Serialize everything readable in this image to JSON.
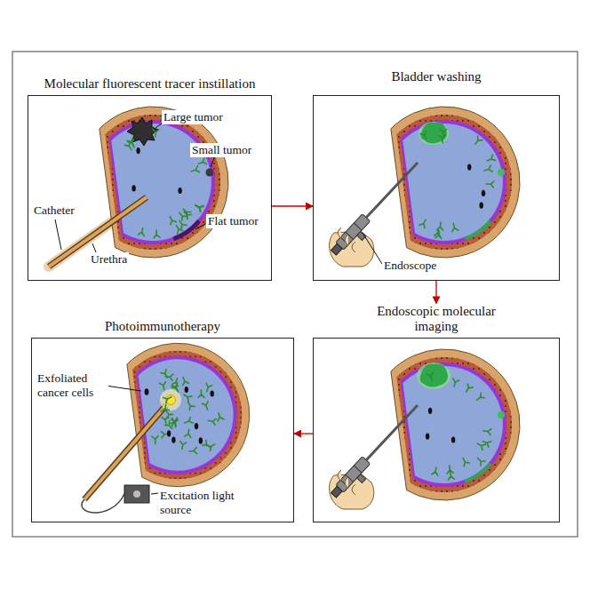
{
  "diagram": {
    "nodes": [
      {
        "text": [
          "Molecular fluorescent tracer instillation"
        ]
      },
      {
        "text": [
          "Bladder washing"
        ]
      },
      {
        "text": [
          "Endoscopic molecular imaging"
        ]
      },
      {
        "text": [
          "Photoimmunotherapy"
        ]
      }
    ],
    "edges": [
      {
        "from": 0,
        "to": 1,
        "arrow": "to"
      },
      {
        "from": 1,
        "to": 2,
        "arrow": "to"
      },
      {
        "from": 2,
        "to": 3,
        "arrow": "to"
      }
    ],
    "labels": [
      "Large tumor",
      "Small tumor",
      "Flat tumor",
      "Catheter",
      "Urethra",
      "Endoscope",
      "Exfoliated cancer cells",
      "Excitation light source"
    ]
  }
}
